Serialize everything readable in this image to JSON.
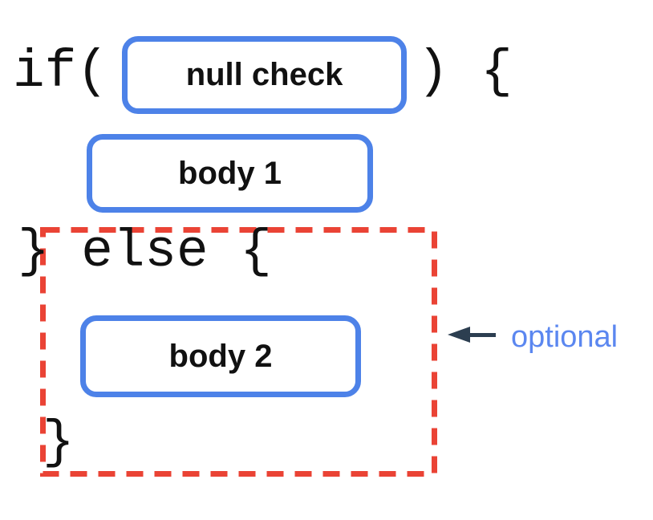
{
  "diagram": {
    "title_hint": "if-else statement structure",
    "line1_prefix": "if(",
    "line1_suffix": ") {",
    "condition_label": "null check",
    "body1_label": "body 1",
    "else_line": "} else {",
    "body2_label": "body 2",
    "closing_brace": "}",
    "annotation_label": "optional",
    "colors": {
      "box-blue": "#4d82e8",
      "dash-red": "#ea4335",
      "arrow-dark": "#2c3e50",
      "annotation-blue": "#5b87f0",
      "code-black": "#111111"
    }
  }
}
